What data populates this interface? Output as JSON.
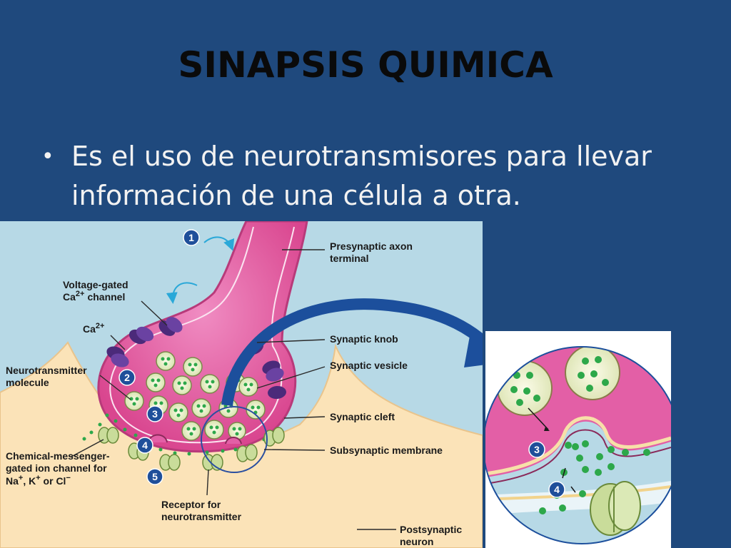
{
  "slide": {
    "title": "SINAPSIS QUIMICA",
    "bullet": "•",
    "bullet_text": "Es el uso de neurotransmisores para llevar información de una célula a otra."
  },
  "diagram": {
    "labels": {
      "presynaptic_1": "Presynaptic axon",
      "presynaptic_2": "terminal",
      "voltage_1": "Voltage-gated",
      "voltage_2a": "Ca",
      "voltage_2sup": "2+",
      "voltage_2b": "channel",
      "ca_main": "Ca",
      "ca_sup": "2+",
      "nt_1": "Neurotransmitter",
      "nt_2": "molecule",
      "knob": "Synaptic knob",
      "vesicle": "Synaptic vesicle",
      "cleft": "Synaptic cleft",
      "subsynaptic": "Subsynaptic membrane",
      "chem_1": "Chemical-messenger-",
      "chem_2": "gated ion channel for",
      "chem_3a": "Na",
      "chem_3sup1": "+",
      "chem_3b": ", K",
      "chem_3sup2": "+",
      "chem_3c": " or Cl",
      "chem_3sup3": "−",
      "receptor_1": "Receptor for",
      "receptor_2": "neurotransmitter",
      "post_1": "Postsynaptic",
      "post_2": "neuron"
    },
    "steps": [
      "1",
      "2",
      "3",
      "4",
      "5"
    ],
    "zoom_steps": [
      "3",
      "4"
    ]
  },
  "colors": {
    "background": "#1f497d",
    "diagram_bg": "#b7d9e6",
    "axon_pink": "#e35fa6",
    "postsynaptic": "#fbe3b8",
    "step_badge": "#1f4f9a",
    "vesicle_dot": "#2da84a",
    "channel": "#4b2a7a",
    "arrow_blue": "#1c4f9c"
  }
}
